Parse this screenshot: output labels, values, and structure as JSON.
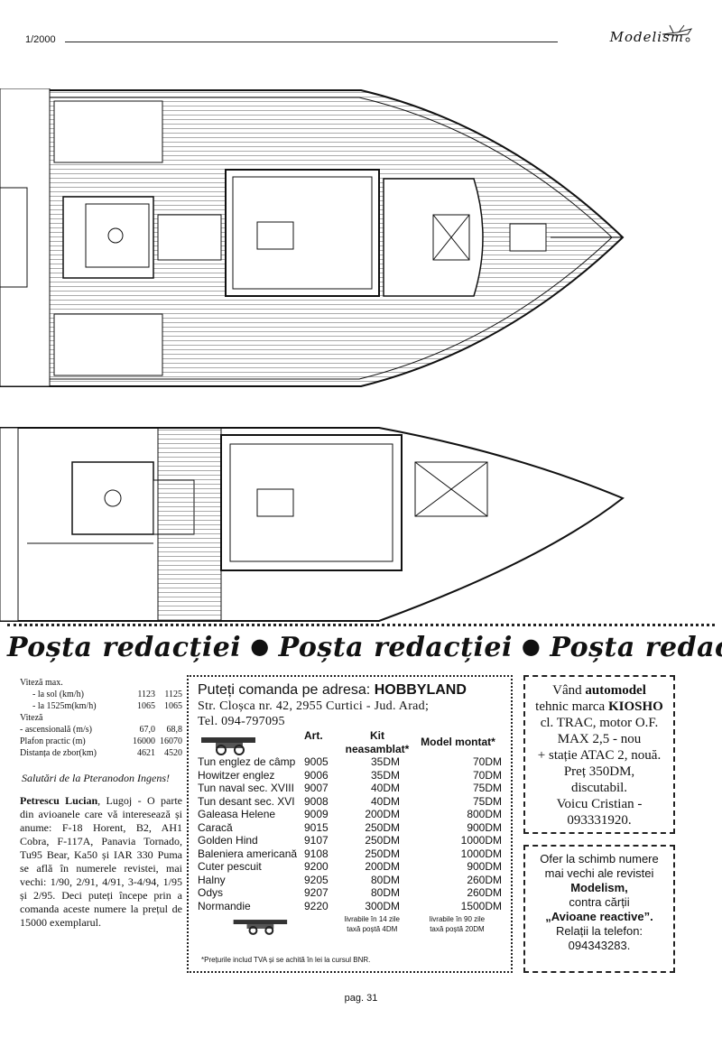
{
  "header": {
    "issue": "1/2000",
    "logo": "Modelism"
  },
  "banner": {
    "items": [
      "Poșta redacției",
      "Poșta redacției",
      "Poșta redacției"
    ]
  },
  "specs": {
    "title": "Viteză max.",
    "rows": [
      {
        "label": "- la sol (km/h)",
        "v1": "1123",
        "v2": "1125"
      },
      {
        "label": "- la 1525m(km/h)",
        "v1": "1065",
        "v2": "1065"
      }
    ],
    "title2": "Viteză",
    "rows2": [
      {
        "label": "- ascensională (m/s)",
        "v1": "67,0",
        "v2": "68,8"
      },
      {
        "label": "Plafon practic (m)",
        "v1": "16000",
        "v2": "16070"
      },
      {
        "label": "Distanța de zbor(km)",
        "v1": "4621",
        "v2": "4520"
      }
    ]
  },
  "greeting": "Salutări de la Pteranodon Ingens!",
  "letter": {
    "name": "Petrescu Lucian",
    "body": ", Lugoj - O parte din avioanele care vă interesează și anume: F-18 Horent, B2, AH1 Cobra, F-117A, Panavia Tornado, Tu95 Bear, Ka50 și IAR 330 Puma se află în numerele revistei, mai vechi: 1/90, 2/91, 4/91, 3-4/94, 1/95 și 2/95. Deci puteți începe prin a comanda aceste numere la prețul de 15000 exemplarul."
  },
  "order": {
    "head_prefix": "Puteți comanda pe adresa: ",
    "shop": "HOBBYLAND",
    "address": "Str. Cloșca nr. 42, 2955 Curtici - Jud. Arad;",
    "phone": "Tel. 094-797095",
    "col_art": "Art.",
    "col_kit": "Kit neasamblat*",
    "col_model": "Model montat*",
    "items": [
      {
        "name": "Tun englez de câmp",
        "art": "9005",
        "kit": "35DM",
        "model": "70DM"
      },
      {
        "name": "Howitzer englez",
        "art": "9006",
        "kit": "35DM",
        "model": "70DM"
      },
      {
        "name": "Tun naval sec. XVIII",
        "art": "9007",
        "kit": "40DM",
        "model": "75DM"
      },
      {
        "name": "Tun desant sec. XVI",
        "art": "9008",
        "kit": "40DM",
        "model": "75DM"
      },
      {
        "name": "Galeasa Helene",
        "art": "9009",
        "kit": "200DM",
        "model": "800DM"
      },
      {
        "name": "Caracă",
        "art": "9015",
        "kit": "250DM",
        "model": "900DM"
      },
      {
        "name": "Golden Hind",
        "art": "9107",
        "kit": "250DM",
        "model": "1000DM"
      },
      {
        "name": "Baleniera americană",
        "art": "9108",
        "kit": "250DM",
        "model": "1000DM"
      },
      {
        "name": "Cuter pescuit",
        "art": "9200",
        "kit": "200DM",
        "model": "900DM"
      },
      {
        "name": "Halny",
        "art": "9205",
        "kit": "80DM",
        "model": "260DM"
      },
      {
        "name": "Odys",
        "art": "9207",
        "kit": "80DM",
        "model": "260DM"
      },
      {
        "name": "Normandie",
        "art": "9220",
        "kit": "300DM",
        "model": "1500DM"
      }
    ],
    "note_kit_1": "livrabile în 14 zile",
    "note_kit_2": "taxă poștă 4DM",
    "note_model_1": "livrabile în 90 zile",
    "note_model_2": "taxă poștă 20DM",
    "vat": "*Prețurile includ TVA și se achită în lei la cursul BNR."
  },
  "sell": {
    "l1a": "Vând ",
    "l1b": "automodel",
    "l2a": "tehnic marca ",
    "l2b": "KIOSHO",
    "l3": "cl. TRAC, motor O.F.",
    "l4": "MAX 2,5 - nou",
    "l5": "+ stație ATAC 2, nouă.",
    "l6": "Preț 350DM,",
    "l7": "discutabil.",
    "l8": "Voicu Cristian -",
    "l9": "093331920."
  },
  "trade": {
    "l1": "Ofer la schimb numere",
    "l2": "mai vechi ale revistei",
    "l3": "Modelism,",
    "l4": "contra cărții",
    "l5": "„Avioane reactive”.",
    "l6": "Relații la telefon:",
    "l7": "094343283."
  },
  "footer": {
    "page": "pag. 31"
  }
}
